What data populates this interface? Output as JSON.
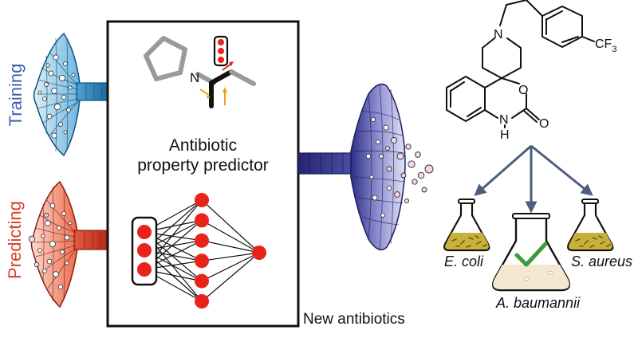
{
  "labels": {
    "training": "Training",
    "predicting": "Predicting",
    "predictor_line1": "Antibiotic",
    "predictor_line2": "property predictor",
    "new_antibiotics": "New antibiotics",
    "e_coli": "E. coli",
    "s_aureus": "S. aureus",
    "a_baumannii": "A. baumannii",
    "atom_n_pyrrolidine": "N",
    "atom_n_piperidine": "N",
    "atom_o_ring": "O",
    "atom_o_carbonyl": "O",
    "atom_nh": "N",
    "atom_h": "H",
    "atom_cf3": "CF",
    "atom_cf3_sub": "3"
  },
  "colors": {
    "training_blue": "#3a8fc4",
    "training_label": "#3a5fb0",
    "predicting_red": "#d9402b",
    "predicting_label": "#d9402b",
    "output_purple": "#4b4fa6",
    "node_red": "#e8231c",
    "arrow_slate": "#4a5f7e",
    "flask_yellow": "#c8b03a",
    "flask_cream": "#f4e6cf",
    "check_green": "#3e9a3a",
    "bond_orange": "#f0a020",
    "pink_bubble": "#f3d6ea"
  }
}
